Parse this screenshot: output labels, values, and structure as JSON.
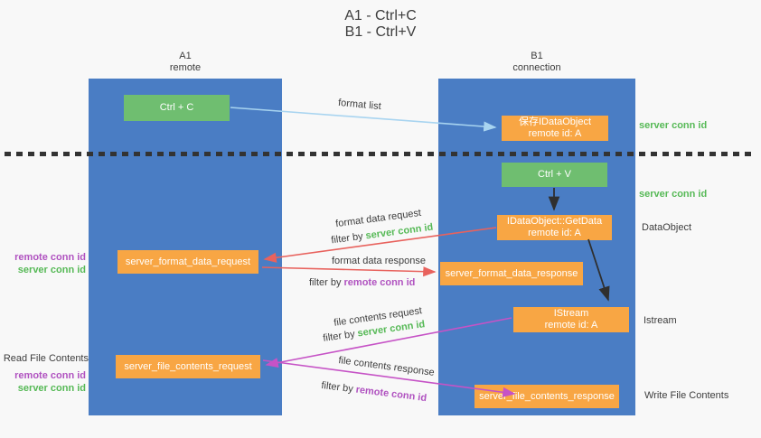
{
  "title": {
    "line1": "A1 - Ctrl+C",
    "line2": "B1 - Ctrl+V"
  },
  "colors": {
    "column_blue": "#4a7dc4",
    "box_green": "#6fbe70",
    "box_orange": "#f8a644",
    "text_green": "#56b956",
    "text_purple": "#b052c0",
    "arrow_red": "#e8625d",
    "arrow_magenta": "#c653c6",
    "arrow_light_blue": "#a8d4f0",
    "arrow_black": "#2f2f2f"
  },
  "columns": {
    "left": {
      "name": "A1",
      "subtitle": "remote"
    },
    "right": {
      "name": "B1",
      "subtitle": "connection"
    }
  },
  "nodes": {
    "ctrl_c": "Ctrl + C",
    "ctrl_v": "Ctrl + V",
    "save_dataobject_line1": "保存IDataObject",
    "save_dataobject_line2": "remote id: A",
    "getdata_line1": "IDataObject::GetData",
    "getdata_line2": "remote id: A",
    "istream_line1": "IStream",
    "istream_line2": "remote id: A",
    "server_format_data_request": "server_format_data_request",
    "server_format_data_response": "server_format_data_response",
    "server_file_contents_request": "server_file_contents_request",
    "server_file_contents_response": "server_file_contents_response"
  },
  "edge_labels": {
    "format_list": "format list",
    "format_data_request": "format data request",
    "format_data_request_filter_prefix": "filter by ",
    "format_data_request_filter_key": "server conn id",
    "format_data_response": "format data response",
    "format_data_response_filter_prefix": "filter by ",
    "format_data_response_filter_key": "remote conn id",
    "file_contents_request": "file contents request",
    "file_contents_request_filter_prefix": "filter by ",
    "file_contents_request_filter_key": "server conn id",
    "file_contents_response": "file contents response",
    "file_contents_response_filter_prefix": "filter by ",
    "file_contents_response_filter_key": "remote conn id"
  },
  "side_labels": {
    "server_conn_id_top": "server conn id",
    "server_conn_id_mid": "server conn id",
    "dataobject": "DataObject",
    "istream": "Istream",
    "write_file_contents": "Write File Contents",
    "read_file_contents": "Read File Contents",
    "left_pair1_remote": "remote conn id",
    "left_pair1_server": "server conn id",
    "left_pair2_remote": "remote conn id",
    "left_pair2_server": "server conn id"
  }
}
